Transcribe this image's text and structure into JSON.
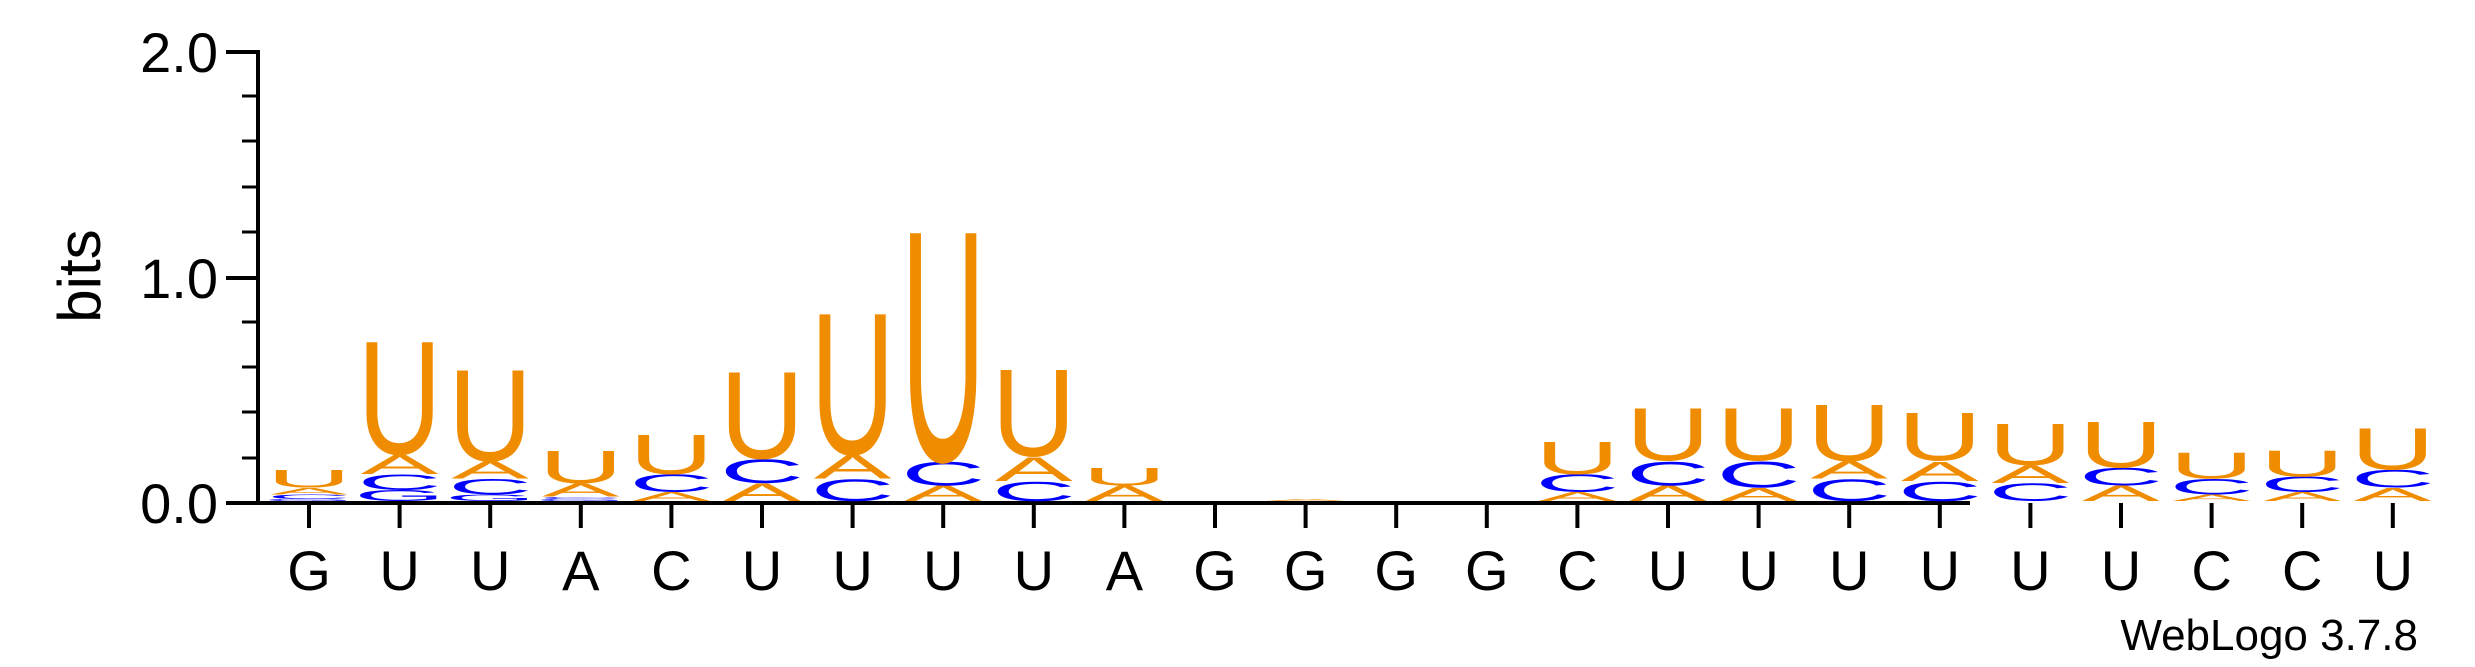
{
  "chart_data": {
    "type": "sequence_logo",
    "ylabel": "bits",
    "ylim": [
      0,
      2.0
    ],
    "y_ticks": [
      "0.0",
      "1.0",
      "2.0"
    ],
    "footer": "WebLogo 3.7.8",
    "colors": {
      "A": "#f08c00",
      "U": "#f08c00",
      "C": "#0000ff",
      "G": "#0000ff"
    },
    "consensus": [
      "G",
      "U",
      "U",
      "A",
      "C",
      "U",
      "U",
      "U",
      "U",
      "A",
      "G",
      "G",
      "G",
      "G",
      "C",
      "U",
      "U",
      "U",
      "U",
      "U",
      "U",
      "C",
      "C",
      "U"
    ],
    "positions": [
      {
        "label": "G",
        "stack": [
          {
            "l": "G",
            "h": 0.01
          },
          {
            "l": "C",
            "h": 0.02
          },
          {
            "l": "A",
            "h": 0.03
          },
          {
            "l": "U",
            "h": 0.08
          }
        ]
      },
      {
        "label": "U",
        "stack": [
          {
            "l": "G",
            "h": 0.05
          },
          {
            "l": "C",
            "h": 0.07
          },
          {
            "l": "A",
            "h": 0.09
          },
          {
            "l": "U",
            "h": 0.52
          }
        ]
      },
      {
        "label": "U",
        "stack": [
          {
            "l": "G",
            "h": 0.03
          },
          {
            "l": "C",
            "h": 0.07
          },
          {
            "l": "A",
            "h": 0.08
          },
          {
            "l": "U",
            "h": 0.42
          }
        ]
      },
      {
        "label": "A",
        "stack": [
          {
            "l": "G",
            "h": 0.01
          },
          {
            "l": "C",
            "h": 0.01
          },
          {
            "l": "A",
            "h": 0.06
          },
          {
            "l": "U",
            "h": 0.15
          }
        ]
      },
      {
        "label": "C",
        "stack": [
          {
            "l": "A",
            "h": 0.04
          },
          {
            "l": "C",
            "h": 0.08
          },
          {
            "l": "U",
            "h": 0.18
          }
        ]
      },
      {
        "label": "U",
        "stack": [
          {
            "l": "A",
            "h": 0.08
          },
          {
            "l": "C",
            "h": 0.11
          },
          {
            "l": "U",
            "h": 0.4
          }
        ]
      },
      {
        "label": "U",
        "stack": [
          {
            "l": "C",
            "h": 0.1
          },
          {
            "l": "A",
            "h": 0.11
          },
          {
            "l": "U",
            "h": 0.65
          }
        ]
      },
      {
        "label": "U",
        "stack": [
          {
            "l": "A",
            "h": 0.07
          },
          {
            "l": "C",
            "h": 0.11
          },
          {
            "l": "U",
            "h": 1.06
          }
        ]
      },
      {
        "label": "U",
        "stack": [
          {
            "l": "C",
            "h": 0.09
          },
          {
            "l": "A",
            "h": 0.11
          },
          {
            "l": "U",
            "h": 0.4
          }
        ]
      },
      {
        "label": "A",
        "stack": [
          {
            "l": "A",
            "h": 0.07
          },
          {
            "l": "U",
            "h": 0.08
          }
        ]
      },
      {
        "label": "G",
        "stack": []
      },
      {
        "label": "G",
        "stack": [
          {
            "l": "A",
            "h": 0.01
          }
        ]
      },
      {
        "label": "G",
        "stack": []
      },
      {
        "label": "G",
        "stack": []
      },
      {
        "label": "C",
        "stack": [
          {
            "l": "A",
            "h": 0.04
          },
          {
            "l": "C",
            "h": 0.08
          },
          {
            "l": "U",
            "h": 0.15
          }
        ]
      },
      {
        "label": "U",
        "stack": [
          {
            "l": "A",
            "h": 0.07
          },
          {
            "l": "C",
            "h": 0.11
          },
          {
            "l": "U",
            "h": 0.24
          }
        ]
      },
      {
        "label": "U",
        "stack": [
          {
            "l": "A",
            "h": 0.06
          },
          {
            "l": "C",
            "h": 0.12
          },
          {
            "l": "U",
            "h": 0.24
          }
        ]
      },
      {
        "label": "U",
        "stack": [
          {
            "l": "C",
            "h": 0.1
          },
          {
            "l": "A",
            "h": 0.08
          },
          {
            "l": "U",
            "h": 0.26
          }
        ]
      },
      {
        "label": "U",
        "stack": [
          {
            "l": "C",
            "h": 0.09
          },
          {
            "l": "A",
            "h": 0.09
          },
          {
            "l": "U",
            "h": 0.22
          }
        ]
      },
      {
        "label": "U",
        "stack": [
          {
            "l": "C",
            "h": 0.08
          },
          {
            "l": "A",
            "h": 0.08
          },
          {
            "l": "U",
            "h": 0.19
          }
        ]
      },
      {
        "label": "U",
        "stack": [
          {
            "l": "A",
            "h": 0.07
          },
          {
            "l": "C",
            "h": 0.08
          },
          {
            "l": "U",
            "h": 0.21
          }
        ]
      },
      {
        "label": "C",
        "stack": [
          {
            "l": "A",
            "h": 0.03
          },
          {
            "l": "C",
            "h": 0.07
          },
          {
            "l": "U",
            "h": 0.12
          }
        ]
      },
      {
        "label": "C",
        "stack": [
          {
            "l": "A",
            "h": 0.04
          },
          {
            "l": "C",
            "h": 0.07
          },
          {
            "l": "U",
            "h": 0.12
          }
        ]
      },
      {
        "label": "U",
        "stack": [
          {
            "l": "A",
            "h": 0.06
          },
          {
            "l": "C",
            "h": 0.08
          },
          {
            "l": "U",
            "h": 0.19
          }
        ]
      }
    ]
  }
}
